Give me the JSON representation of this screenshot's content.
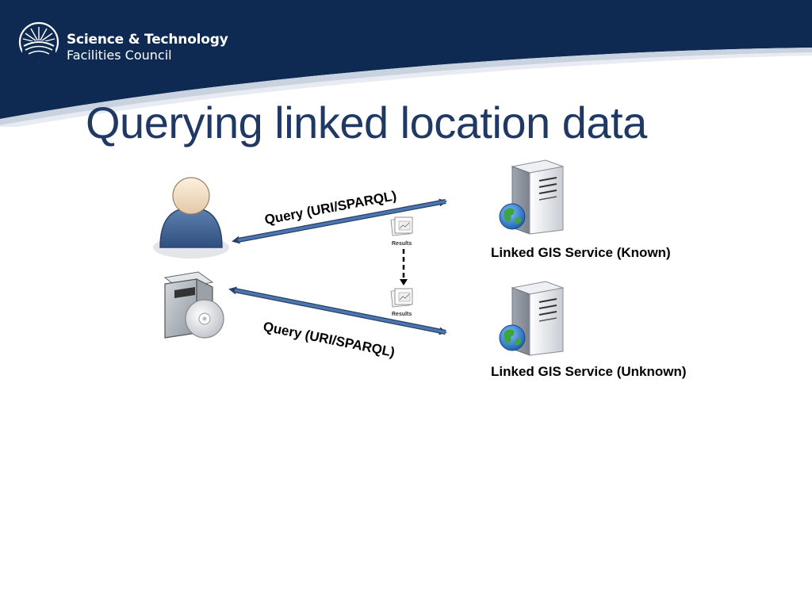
{
  "logo": {
    "line1": "Science & Technology",
    "line2": "Facilities Council"
  },
  "slide": {
    "title": "Querying linked location data"
  },
  "diagram": {
    "top_query_label": "Query (URI/SPARQL)",
    "bottom_query_label": "Query (URI/SPARQL)",
    "results_label_top": "Results",
    "results_label_bottom": "Results",
    "known_service_label": "Linked GIS Service (Known)",
    "unknown_service_label": "Linked GIS Service (Unknown)"
  },
  "colors": {
    "banner": "#0e2a52",
    "title": "#1f3864",
    "arrow": "#4a77b4"
  }
}
